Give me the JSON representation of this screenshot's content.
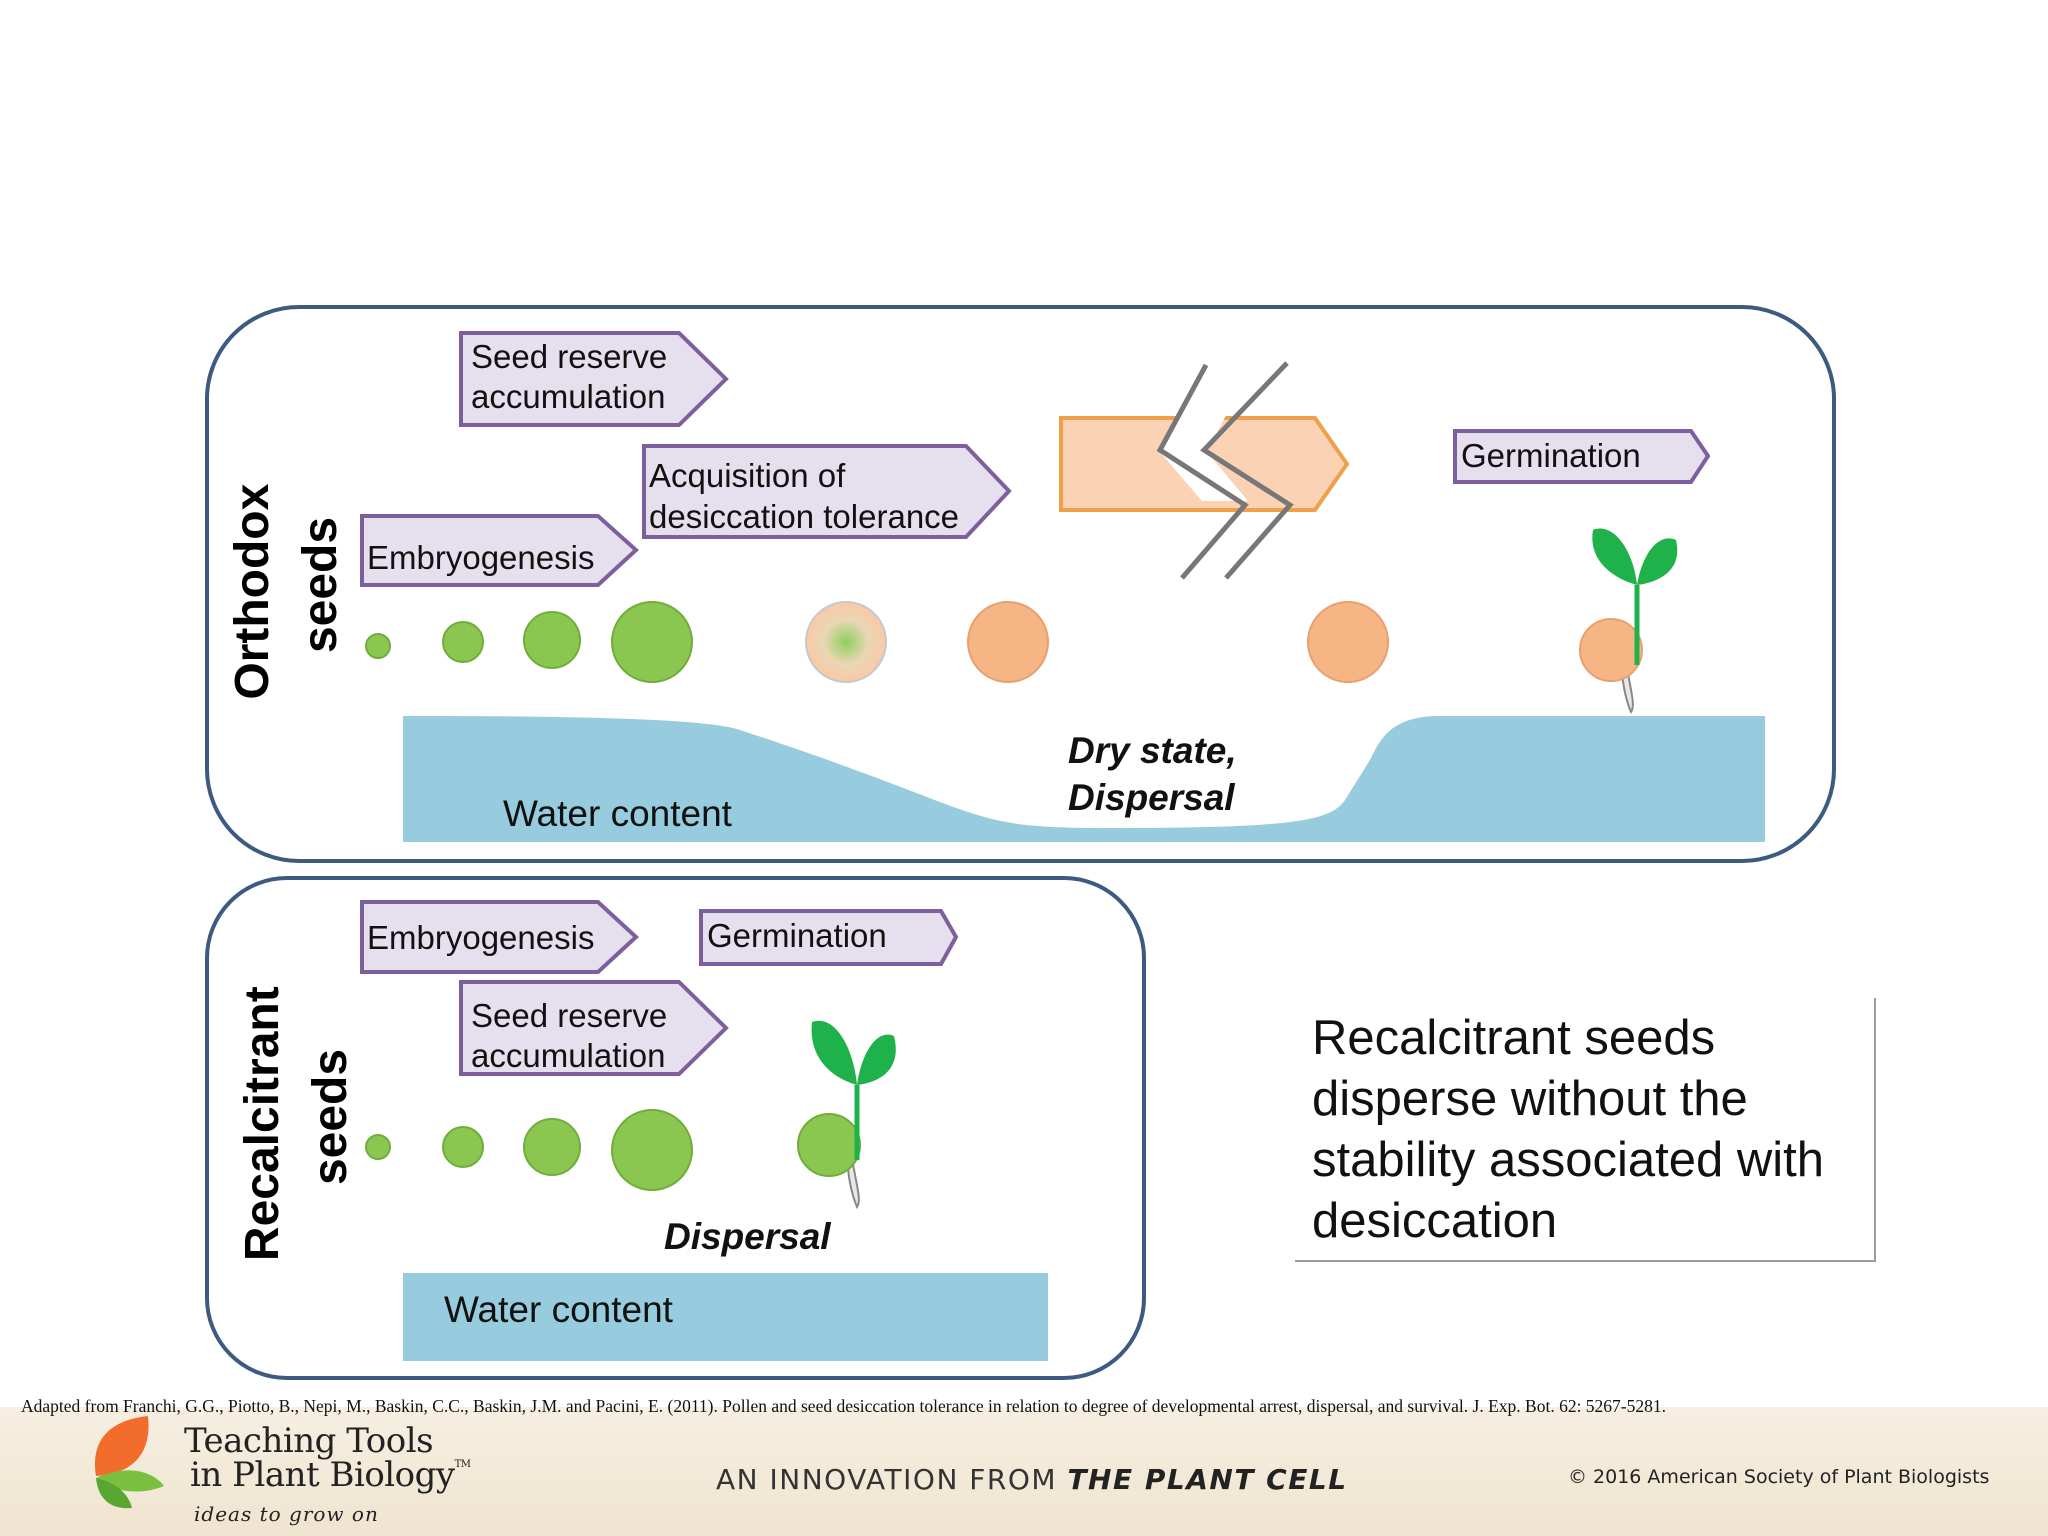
{
  "orthodox": {
    "row_label_line1": "Orthodox",
    "row_label_line2": "seeds",
    "stages": {
      "seed_reserve_line1": "Seed reserve",
      "seed_reserve_line2": "accumulation",
      "acquisition_line1": "Acquisition of",
      "acquisition_line2": "desiccation tolerance",
      "embryogenesis": "Embryogenesis",
      "germination": "Germination"
    },
    "water_label": "Water content",
    "dry_state_line1": "Dry state,",
    "dry_state_line2": "Dispersal"
  },
  "recalcitrant": {
    "row_label_line1": "Recalcitrant",
    "row_label_line2": "seeds",
    "stages": {
      "embryogenesis": "Embryogenesis",
      "germination": "Germination",
      "seed_reserve_line1": "Seed reserve",
      "seed_reserve_line2": "accumulation"
    },
    "dispersal_label": "Dispersal",
    "water_label": "Water content"
  },
  "note": "Recalcitrant seeds disperse without the stability associated with desiccation",
  "citation": "Adapted from Franchi, G.G., Piotto, B., Nepi, M., Baskin, C.C., Baskin, J.M. and Pacini, E. (2011). Pollen and seed desiccation tolerance in relation to degree of developmental arrest, dispersal, and survival. J. Exp. Bot. 62: 5267-5281.",
  "footer": {
    "logo_line1": "Teaching Tools",
    "logo_line2": "in Plant Biology",
    "logo_trademark": "TM",
    "tagline": "ideas to grow on",
    "innovation_prefix": "AN INNOVATION FROM",
    "innovation_brand": "THE PLANT CELL",
    "copyright": "© 2016 American Society of Plant Biologists"
  },
  "colors": {
    "panel_border": "#3d5a80",
    "stage_fill": "#e6dfed",
    "stage_border": "#7e5f9e",
    "dry_arrow_fill": "#fbd2b3",
    "dry_arrow_border": "#f0a04b",
    "water": "#97cbde",
    "seed_green": "#8bc651",
    "seed_orange": "#f6b584",
    "leaf_green": "#1fb24a"
  }
}
